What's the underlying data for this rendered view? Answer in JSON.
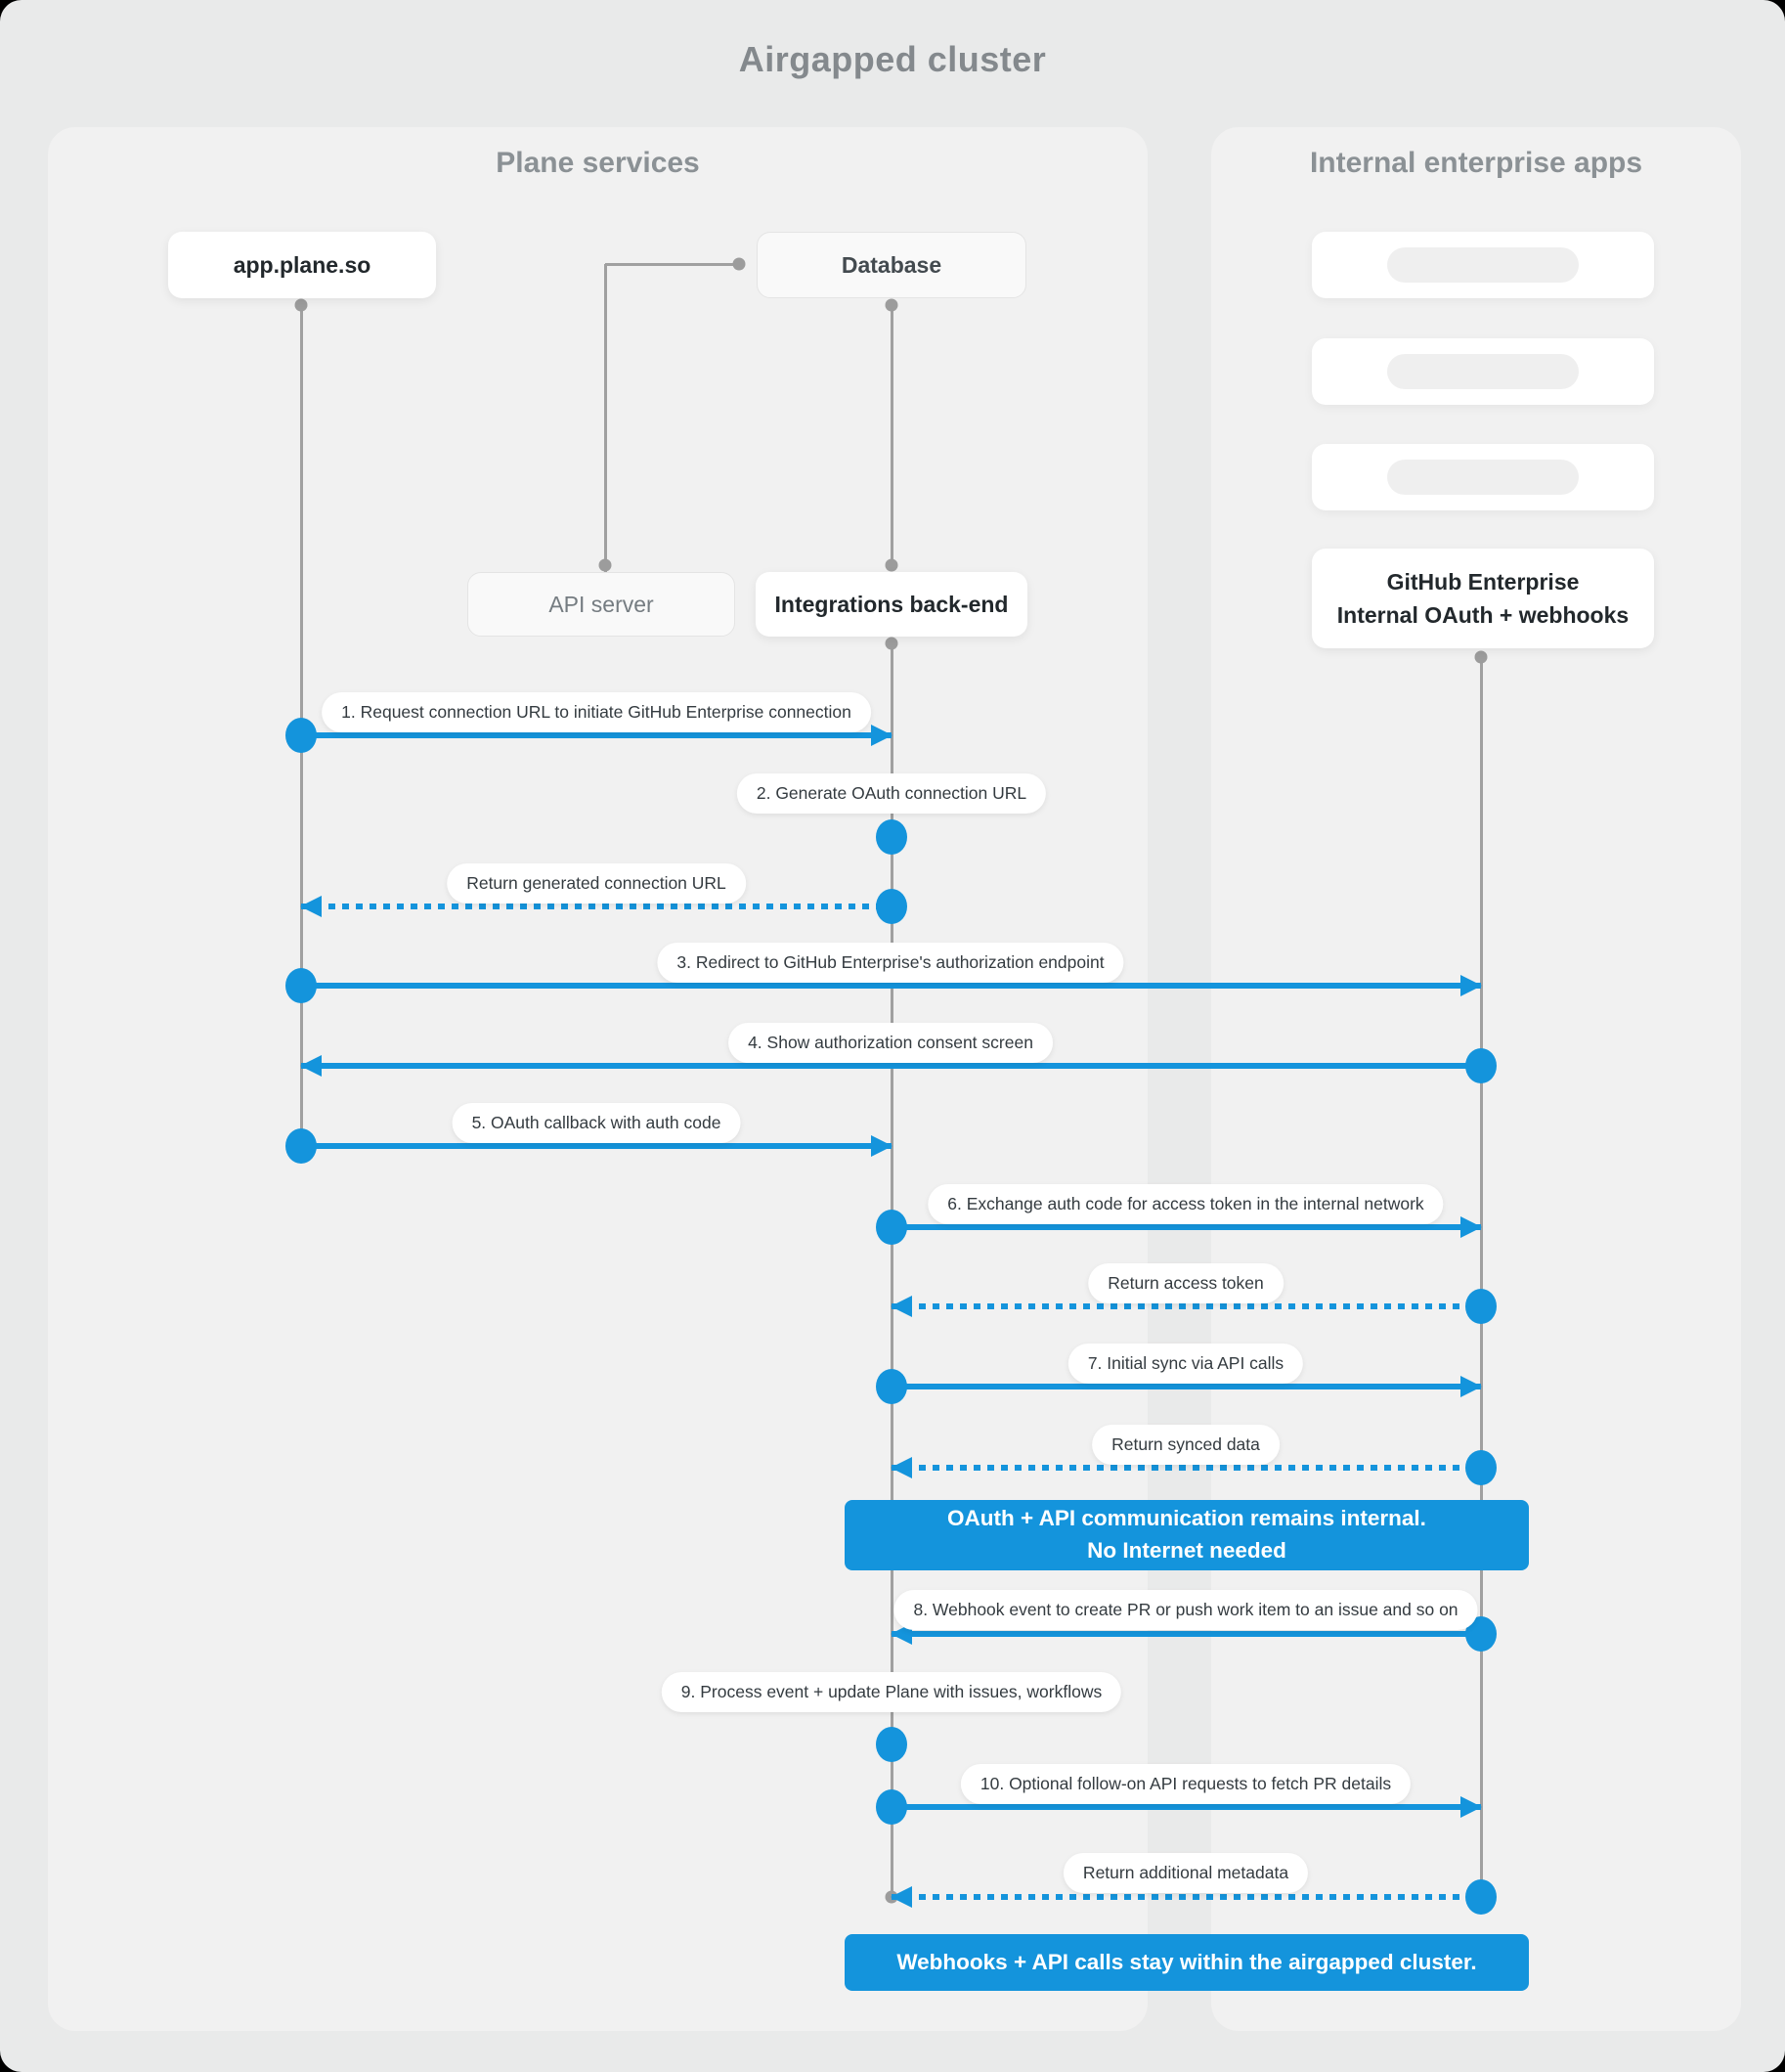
{
  "title": "Airgapped cluster",
  "panels": {
    "plane": {
      "title": "Plane services"
    },
    "internal": {
      "title": "Internal enterprise apps"
    }
  },
  "actors": {
    "app": "app.plane.so",
    "database": "Database",
    "api_server": "API server",
    "integrations": "Integrations back-end",
    "github": {
      "line1": "GitHub Enterprise",
      "line2": "Internal OAuth + webhooks"
    }
  },
  "internal_apps_placeholder_cards": 3,
  "messages": [
    {
      "label": "1. Request connection URL to initiate GitHub Enterprise connection",
      "type": "solid",
      "from": "app.plane.so",
      "to": "Integrations back-end"
    },
    {
      "label": "2. Generate OAuth connection URL",
      "type": "self",
      "from": "Integrations back-end",
      "to": "Integrations back-end"
    },
    {
      "label": "Return generated connection URL",
      "type": "dashed",
      "from": "Integrations back-end",
      "to": "app.plane.so"
    },
    {
      "label": "3. Redirect to GitHub Enterprise's authorization endpoint",
      "type": "solid",
      "from": "app.plane.so",
      "to": "GitHub Enterprise"
    },
    {
      "label": "4. Show authorization consent screen",
      "type": "solid",
      "from": "GitHub Enterprise",
      "to": "app.plane.so"
    },
    {
      "label": "5. OAuth callback with auth code",
      "type": "solid",
      "from": "app.plane.so",
      "to": "Integrations back-end"
    },
    {
      "label": "6. Exchange auth code for access token in the internal network",
      "type": "solid",
      "from": "Integrations back-end",
      "to": "GitHub Enterprise"
    },
    {
      "label": "Return access token",
      "type": "dashed",
      "from": "GitHub Enterprise",
      "to": "Integrations back-end"
    },
    {
      "label": "7. Initial sync via API calls",
      "type": "solid",
      "from": "Integrations back-end",
      "to": "GitHub Enterprise"
    },
    {
      "label": "Return synced data",
      "type": "dashed",
      "from": "GitHub Enterprise",
      "to": "Integrations back-end"
    },
    {
      "label": "8. Webhook event to create PR  or push work item to an issue  and so on",
      "type": "solid",
      "from": "GitHub Enterprise",
      "to": "Integrations back-end"
    },
    {
      "label": "9. Process event + update Plane with issues, workflows",
      "type": "self",
      "from": "Integrations back-end",
      "to": "Integrations back-end"
    },
    {
      "label": "10. Optional follow-on API requests to fetch PR details",
      "type": "solid",
      "from": "Integrations back-end",
      "to": "GitHub Enterprise"
    },
    {
      "label": "Return additional metadata",
      "type": "dashed",
      "from": "GitHub Enterprise",
      "to": "Integrations back-end"
    }
  ],
  "banners": [
    {
      "line1": "OAuth + API communication remains internal.",
      "line2": "No Internet needed"
    },
    {
      "line1": "Webhooks + API calls stay within the airgapped cluster."
    }
  ],
  "colors": {
    "accent": "#1494dc",
    "page_bg": "#e9eaea",
    "panel_bg": "#f1f1f1",
    "lifeline": "#a0a0a0",
    "heading_text": "#8b9195",
    "pill_text": "#343b40"
  }
}
